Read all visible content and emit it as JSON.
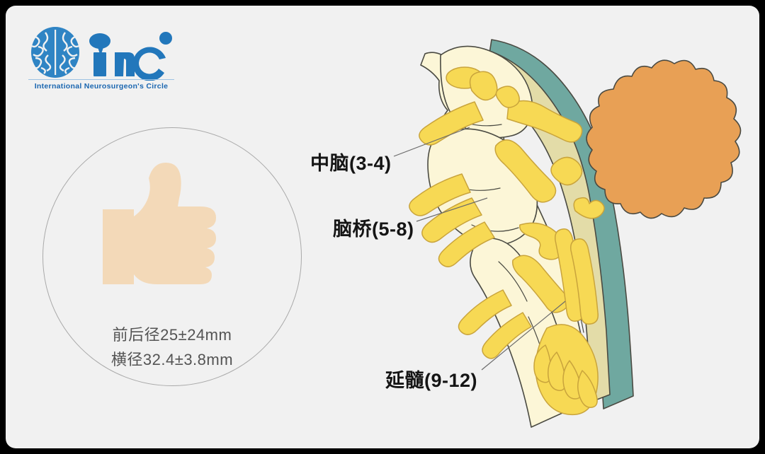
{
  "page": {
    "background_color": "#F1F1F1",
    "frame_color": "#000000"
  },
  "logo": {
    "name": "INC",
    "tagline": "International  Neurosurgeon's  Circle",
    "brand_color": "#1a66b0",
    "icon": "brain-icon"
  },
  "thumb_panel": {
    "circle_stroke_color": "#a9a9a9",
    "hand_icon": "thumbs-up-icon",
    "hand_color": "#F3D9B8",
    "measurements": [
      "前后径25±24mm",
      "横径32.4±3.8mm"
    ]
  },
  "callouts": [
    {
      "label": "中脑(3-4)",
      "target": "midbrain"
    },
    {
      "label": "脑桥(5-8)",
      "target": "pons"
    },
    {
      "label": "延髓(9-12)",
      "target": "medulla"
    }
  ],
  "anatomy": {
    "title": "brainstem-cranial-nerves-illustration",
    "parts": [
      {
        "name": "brainstem",
        "color": "#FCF6D7"
      },
      {
        "name": "cranial-nerves",
        "color": "#F7D954"
      },
      {
        "name": "dura-teal-layer",
        "color": "#6FA8A0"
      },
      {
        "name": "dura-cream-layer",
        "color": "#E3DCA8"
      },
      {
        "name": "cerebellum",
        "color": "#E8A055"
      }
    ],
    "outline_color": "#4a4a42",
    "leader_line_color": "#6b6b6b"
  }
}
